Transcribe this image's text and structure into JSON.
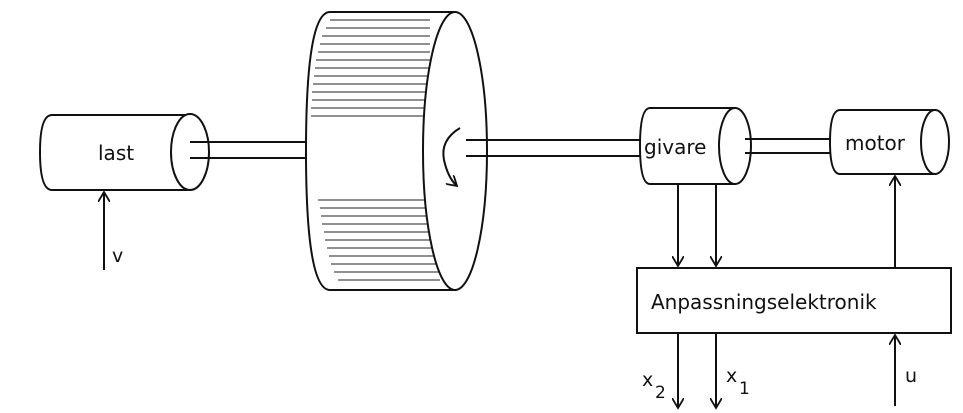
{
  "labels": {
    "load": "last",
    "sensor": "givare",
    "motor": "motor",
    "electronics": "Anpassningselektronik",
    "disturbance": "v",
    "control_input": "u",
    "output_x2_base": "x",
    "output_x2_sub": "2",
    "output_x1_base": "x",
    "output_x1_sub": "1"
  }
}
